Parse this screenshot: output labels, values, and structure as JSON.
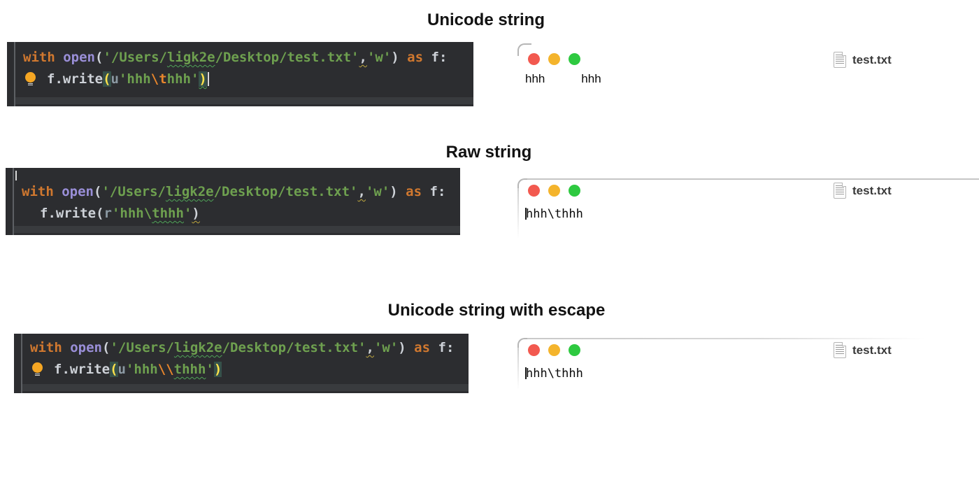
{
  "palette": {
    "editor_background": "#2c2d30",
    "keyword_orange": "#d0782f",
    "builtin_purple": "#9a8fd8",
    "string_green": "#6ea04f",
    "escape_orange": "#e8862c",
    "prefix_gray": "#8b99a3",
    "matched_paren_yellow": "#ffe24a",
    "matched_paren_bg": "#36514a",
    "traffic_red": "#f2594f",
    "traffic_yellow": "#f4b42c",
    "traffic_green": "#2ec940",
    "window_border": "#c6c6c6"
  },
  "sections": [
    {
      "title": "Unicode string",
      "code": {
        "lines": [
          {
            "tokens": [
              {
                "t": "with",
                "c": "kw"
              },
              {
                "t": " ",
                "c": "pl"
              },
              {
                "t": "open",
                "c": "fn"
              },
              {
                "t": "(",
                "c": "pl"
              },
              {
                "t": "'/Users/",
                "c": "str"
              },
              {
                "t": "ligk2e",
                "c": "str sqg"
              },
              {
                "t": "/Desktop/test.txt'",
                "c": "str"
              },
              {
                "t": ",",
                "c": "pl sqy"
              },
              {
                "t": "'w'",
                "c": "str"
              },
              {
                "t": ") ",
                "c": "pl"
              },
              {
                "t": "as",
                "c": "kw"
              },
              {
                "t": " f:",
                "c": "pl"
              }
            ]
          },
          {
            "bulb": true,
            "caret": true,
            "tokens": [
              {
                "t": "f.write",
                "c": "pl"
              },
              {
                "t": "(",
                "c": "hp"
              },
              {
                "t": "u",
                "c": "pre"
              },
              {
                "t": "'hhh",
                "c": "str"
              },
              {
                "t": "\\t",
                "c": "esc"
              },
              {
                "t": "hhh'",
                "c": "str"
              },
              {
                "t": ")",
                "c": "hp sqg"
              }
            ]
          }
        ]
      },
      "output": {
        "text": "hhh\thhh",
        "caret": false,
        "file_name": "test.txt"
      }
    },
    {
      "title": "Raw string",
      "code": {
        "lines": [
          {
            "first": true,
            "caret": true,
            "tokens": []
          },
          {
            "tokens": [
              {
                "t": "with",
                "c": "kw"
              },
              {
                "t": " ",
                "c": "pl"
              },
              {
                "t": "open",
                "c": "fn"
              },
              {
                "t": "(",
                "c": "pl"
              },
              {
                "t": "'/Users/",
                "c": "str"
              },
              {
                "t": "ligk2e",
                "c": "str sqg"
              },
              {
                "t": "/Desktop/test.txt'",
                "c": "str"
              },
              {
                "t": ",",
                "c": "pl sqy"
              },
              {
                "t": "'w'",
                "c": "str"
              },
              {
                "t": ") ",
                "c": "pl"
              },
              {
                "t": "as",
                "c": "kw"
              },
              {
                "t": " f:",
                "c": "pl"
              }
            ]
          },
          {
            "indent": true,
            "tokens": [
              {
                "t": "f.write(",
                "c": "pl"
              },
              {
                "t": "r",
                "c": "pre"
              },
              {
                "t": "'hhh\\",
                "c": "str"
              },
              {
                "t": "thhh",
                "c": "str sqg"
              },
              {
                "t": "'",
                "c": "str"
              },
              {
                "t": ")",
                "c": "pl sqy"
              }
            ]
          }
        ]
      },
      "output": {
        "text": "hhh\\thhh",
        "caret": true,
        "file_name": "test.txt"
      }
    },
    {
      "title": "Unicode string with escape",
      "code": {
        "lines": [
          {
            "tokens": [
              {
                "t": "with",
                "c": "kw"
              },
              {
                "t": " ",
                "c": "pl"
              },
              {
                "t": "open",
                "c": "fn"
              },
              {
                "t": "(",
                "c": "pl"
              },
              {
                "t": "'/Users/",
                "c": "str"
              },
              {
                "t": "ligk2e",
                "c": "str sqg"
              },
              {
                "t": "/Desktop/test.txt'",
                "c": "str"
              },
              {
                "t": ",",
                "c": "pl sqy"
              },
              {
                "t": "'w'",
                "c": "str"
              },
              {
                "t": ") ",
                "c": "pl"
              },
              {
                "t": "as",
                "c": "kw"
              },
              {
                "t": " f:",
                "c": "pl"
              }
            ]
          },
          {
            "bulb": true,
            "tokens": [
              {
                "t": "f.write",
                "c": "pl"
              },
              {
                "t": "(",
                "c": "hp"
              },
              {
                "t": "u",
                "c": "pre"
              },
              {
                "t": "'hhh",
                "c": "str"
              },
              {
                "t": "\\\\",
                "c": "esc"
              },
              {
                "t": "thhh",
                "c": "str sqg"
              },
              {
                "t": "'",
                "c": "str"
              },
              {
                "t": ")",
                "c": "hp"
              }
            ]
          }
        ]
      },
      "output": {
        "text": "hhh\\thhh",
        "caret": true,
        "file_name": "test.txt"
      }
    }
  ]
}
